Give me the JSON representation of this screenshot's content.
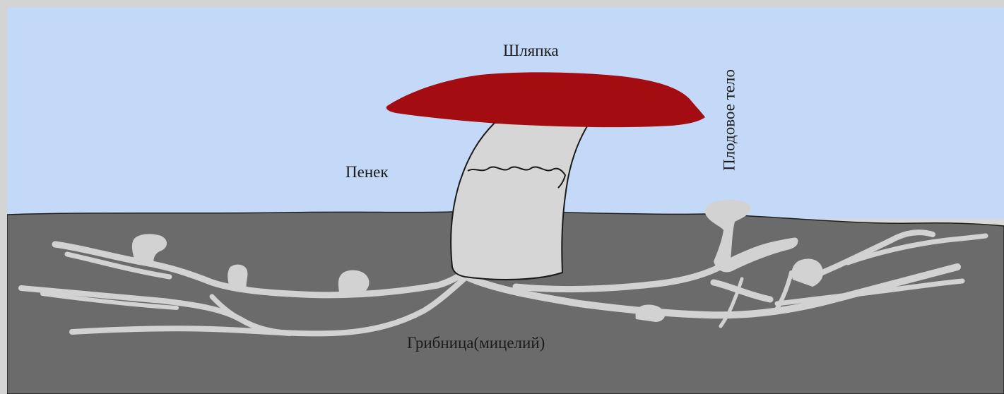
{
  "diagram": {
    "labels": {
      "cap": "Шляпка",
      "stump": "Пенек",
      "fruiting_body": "Плодовое тело",
      "mycelium": "Грибница(мицелий)"
    },
    "colors": {
      "sky": "#c4d9f8",
      "soil": "#6b6b6b",
      "cap": "#a30c10",
      "stem": "#d6d6d6",
      "hyphae": "#d2d2d2",
      "outline": "#1a1a1a",
      "frame": "#d4d4d4"
    }
  }
}
